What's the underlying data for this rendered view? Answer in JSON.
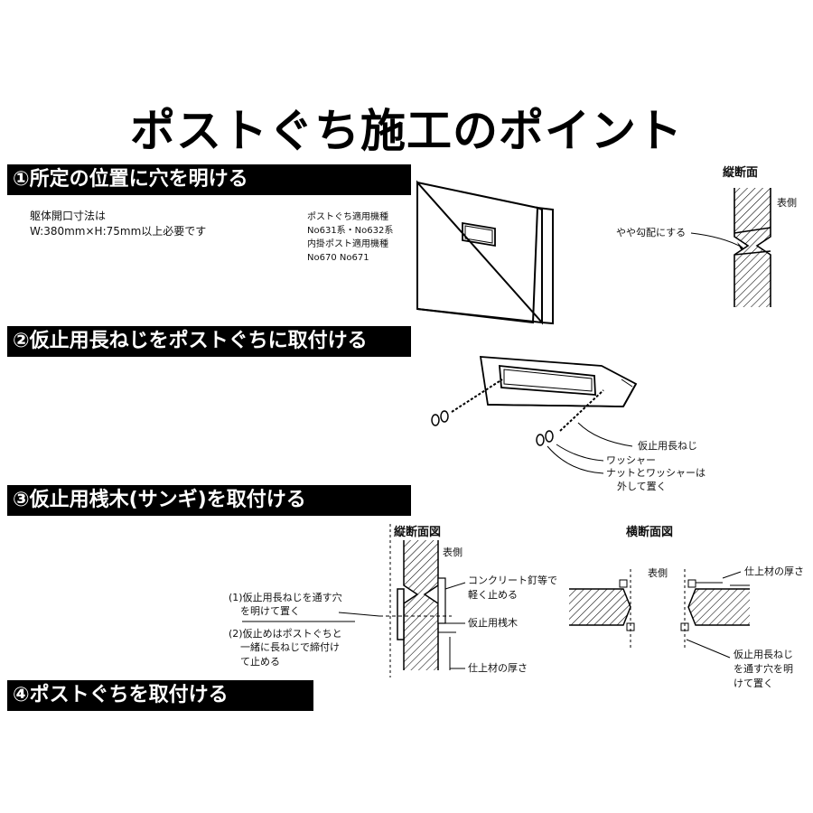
{
  "title": "ポストぐち施工のポイント",
  "steps": [
    {
      "label": "①所定の位置に穴を明ける"
    },
    {
      "label": "②仮止用長ねじをポストぐちに取付ける"
    },
    {
      "label": "③仮止用桟木(サンギ)を取付ける"
    },
    {
      "label": "④ポストぐちを取付ける"
    }
  ],
  "step1": {
    "opening_line1": "躯体開口寸法は",
    "opening_line2": "W:380mm×H:75mm以上必要です",
    "models": [
      "ポストぐち適用機種",
      "No631系・No632系",
      "内掛ポスト適用機種",
      "No670 No671"
    ],
    "section_title": "縦断面",
    "surface_label": "表側",
    "slope_note": "やや勾配にする"
  },
  "step2": {
    "bolt_label": "仮止用長ねじ",
    "washer_label": "ワッシャー",
    "nut_note_line1": "ナットとワッシャーは",
    "nut_note_line2": "外して置く"
  },
  "step3": {
    "vertical_title": "縦断面図",
    "horizontal_title": "横断面図",
    "surface_label_v": "表側",
    "surface_label_h": "表側",
    "nail_note_line1": "コンクリート釘等で",
    "nail_note_line2": "軽く止める",
    "batten_label": "仮止用桟木",
    "finish_label_v": "仕上材の厚さ",
    "finish_label_h": "仕上材の厚さ",
    "note1_line1": "(1)仮止用長ねじを通す穴",
    "note1_line2": "を明けて置く",
    "note2_line1": "(2)仮止めはポストぐちと",
    "note2_line2": "一緒に長ねじで締付け",
    "note2_line3": "て止める",
    "hole_note_line1": "仮止用長ねじ",
    "hole_note_line2": "を通す穴を明",
    "hole_note_line3": "けて置く"
  }
}
